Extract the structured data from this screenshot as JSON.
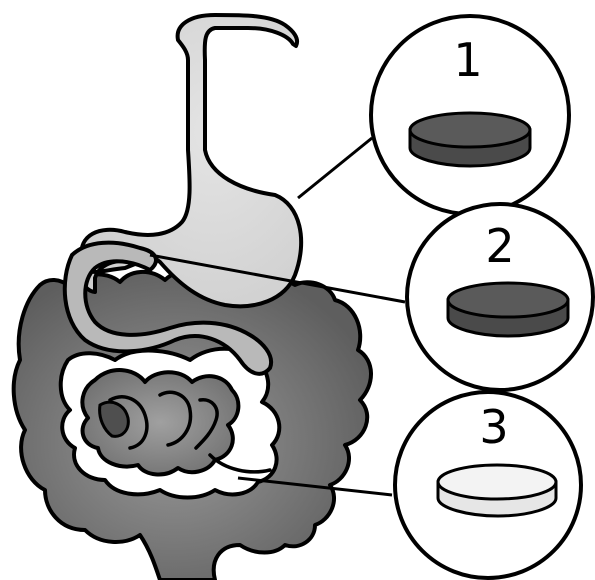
{
  "diagram": {
    "labels": [
      {
        "id": "1",
        "text": "1",
        "tablet_shade": "dark"
      },
      {
        "id": "2",
        "text": "2",
        "tablet_shade": "dark"
      },
      {
        "id": "3",
        "text": "3",
        "tablet_shade": "light"
      }
    ]
  },
  "colors": {
    "outline": "#000000",
    "background": "#ffffff",
    "intestine_dark": "#6d6d6d",
    "intestine_mid": "#8d8d8d",
    "stomach_light": "#dcdcdc",
    "tablet_dark_top": "#5a5a5a",
    "tablet_dark_side": "#4a4a4a",
    "tablet_light_top": "#f3f3f3",
    "tablet_light_side": "#e6e6e6"
  }
}
